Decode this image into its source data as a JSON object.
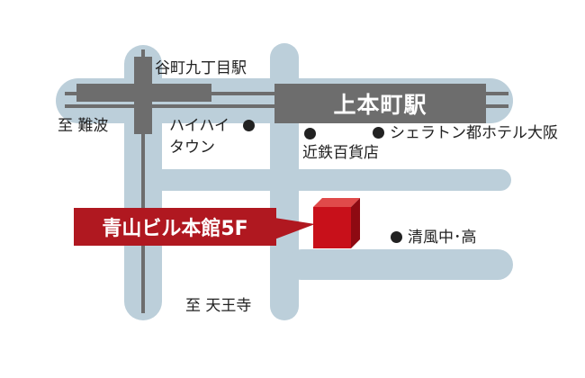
{
  "map": {
    "colors": {
      "road": "#bccfda",
      "rail": "#6d6d6d",
      "station_box": "#6d6d6d",
      "destination": "#b01820",
      "building_front": "#c8101a",
      "building_top": "#e04a4a",
      "building_side": "#8e0a12"
    },
    "station_small": "谷町九丁目駅",
    "station_main": "上本町駅",
    "direction_west": "至 難波",
    "direction_south": "至 天王寺",
    "landmarks": {
      "haihai_line1": "ハイハイ",
      "haihai_line2": "タウン",
      "kintetsu": "近鉄百貨店",
      "sheraton": "シェラトン都ホテル大阪",
      "seifu": "清風中･高"
    },
    "destination_label": "青山ビル本館5F",
    "icons": {
      "landmark_marker": "filled-circle",
      "building": "red-cube"
    }
  }
}
